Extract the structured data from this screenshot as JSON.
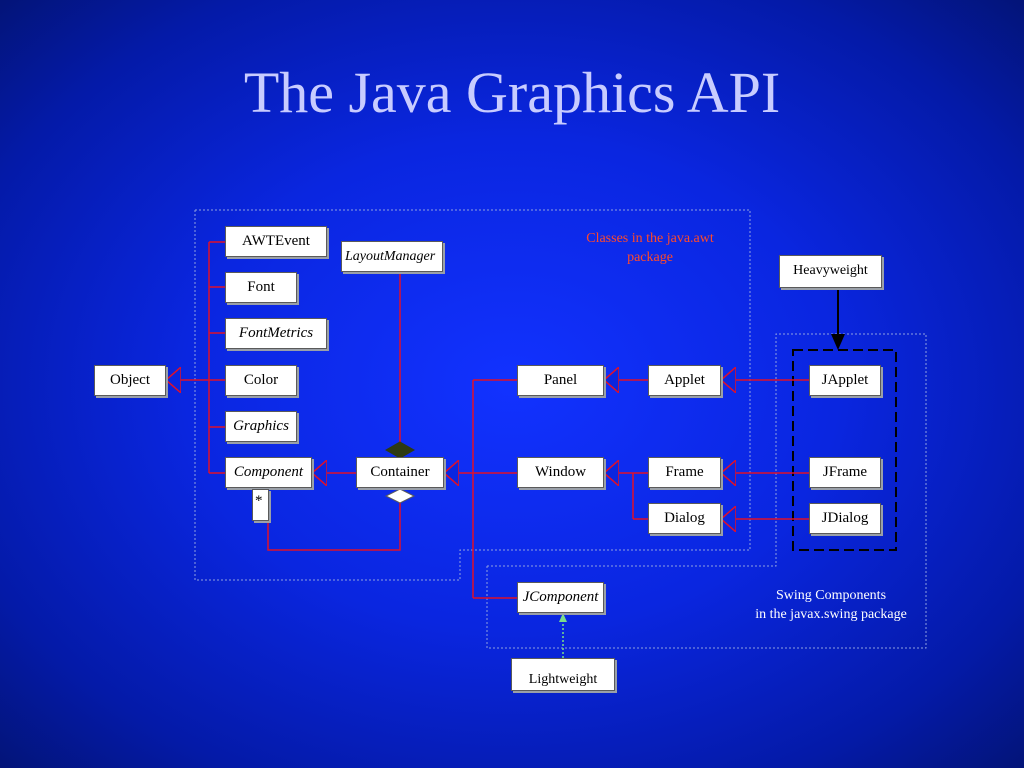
{
  "title": "The Java Graphics API",
  "classes": {
    "awtevent": "AWTEvent",
    "font": "Font",
    "fontmetrics": "FontMetrics",
    "color": "Color",
    "graphics": "Graphics",
    "component": "Component",
    "container": "Container",
    "layoutmanager": "LayoutManager",
    "object": "Object",
    "panel": "Panel",
    "applet": "Applet",
    "japplet": "JApplet",
    "window": "Window",
    "frame": "Frame",
    "jframe": "JFrame",
    "dialog": "Dialog",
    "jdialog": "JDialog",
    "jcomponent": "JComponent"
  },
  "multiplicity": "*",
  "labels": {
    "heavyweight": "Heavyweight",
    "lightweight": "Lightweight"
  },
  "notes": {
    "awt_line1": "Classes in the java.awt",
    "awt_line2": "package",
    "swing_line1": "Swing Components",
    "swing_line2": "in the javax.swing package"
  },
  "colors": {
    "connector": "#e0102a",
    "awt_note": "#ff4a2a",
    "dotted_border": "#8fa0e0",
    "lightweight_arrow": "#7bdc8a"
  }
}
